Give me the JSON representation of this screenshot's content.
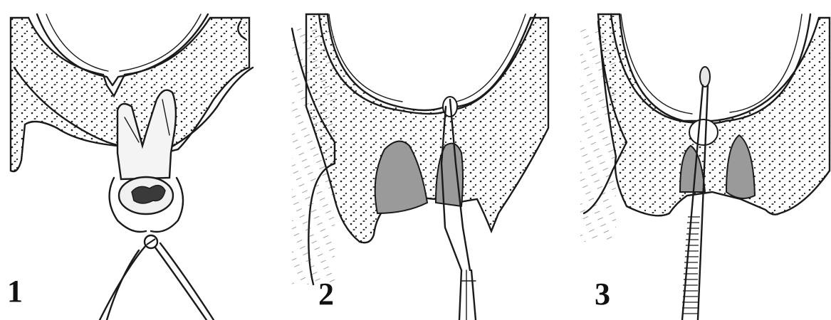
{
  "panels": [
    {
      "number": "1"
    },
    {
      "number": "2"
    },
    {
      "number": "3"
    }
  ],
  "colors": {
    "ink": "#1a1a1a",
    "background": "#ffffff",
    "shade": "#9a9a9a"
  }
}
